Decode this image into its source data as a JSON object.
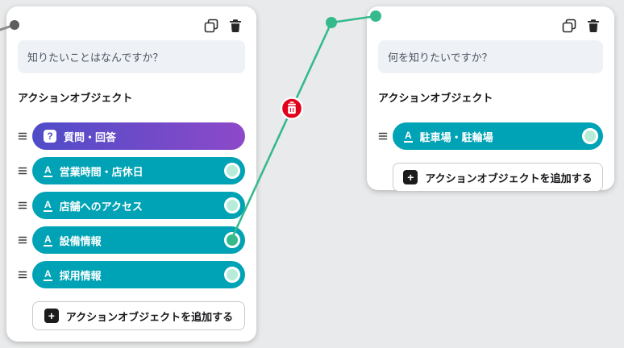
{
  "flow": {
    "colors": {
      "teal": "#00a3b5",
      "purple_start": "#4f4cc8",
      "purple_end": "#8d49c9",
      "connector_green": "#35ba8c",
      "delete_red": "#e3001b"
    },
    "left_node": {
      "question_text": "知りたいことはなんですか？",
      "section_label": "アクションオブジェクト",
      "items": [
        {
          "label": "質問・回答",
          "kind": "question-answer",
          "icon": "question-doc-icon"
        },
        {
          "label": "営業時間・店休日",
          "kind": "text",
          "icon": "text-icon"
        },
        {
          "label": "店舗へのアクセス",
          "kind": "text",
          "icon": "text-icon"
        },
        {
          "label": "設備情報",
          "kind": "text",
          "icon": "text-icon",
          "connected": true
        },
        {
          "label": "採用情報",
          "kind": "text",
          "icon": "text-icon"
        }
      ],
      "add_button_label": "アクションオブジェクトを追加する"
    },
    "right_node": {
      "question_text": "何を知りたいですか？",
      "section_label": "アクションオブジェクト",
      "items": [
        {
          "label": "駐車場・駐輪場",
          "kind": "text",
          "icon": "text-icon"
        }
      ],
      "add_button_label": "アクションオブジェクトを追加する"
    },
    "icons": {
      "text_icon_glyph": "A",
      "question_icon_glyph": "?",
      "plus_glyph": "+"
    }
  }
}
